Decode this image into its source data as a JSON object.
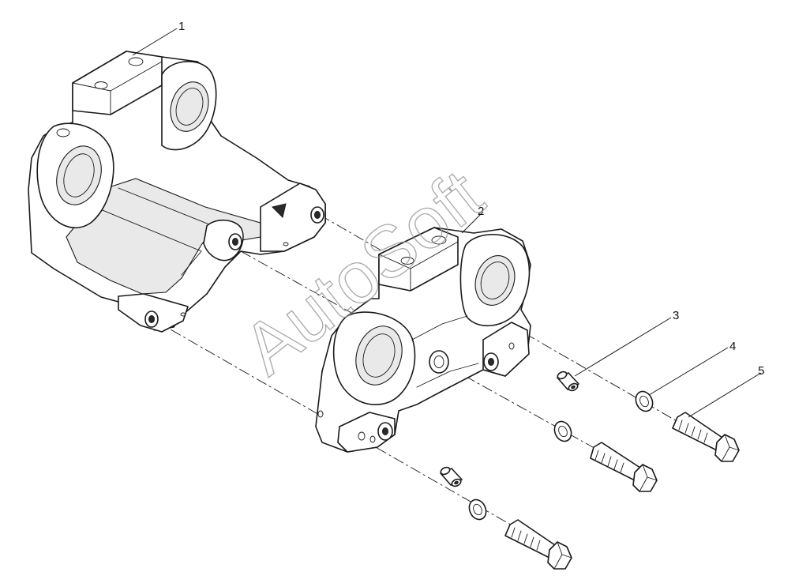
{
  "callouts": {
    "c1": "1",
    "c2": "2",
    "c3": "3",
    "c4": "4",
    "c5": "5"
  },
  "watermark": "AutoSoft",
  "colors": {
    "line": "#1a1a1a",
    "background": "#ffffff",
    "watermark": "#9a9a9a"
  }
}
